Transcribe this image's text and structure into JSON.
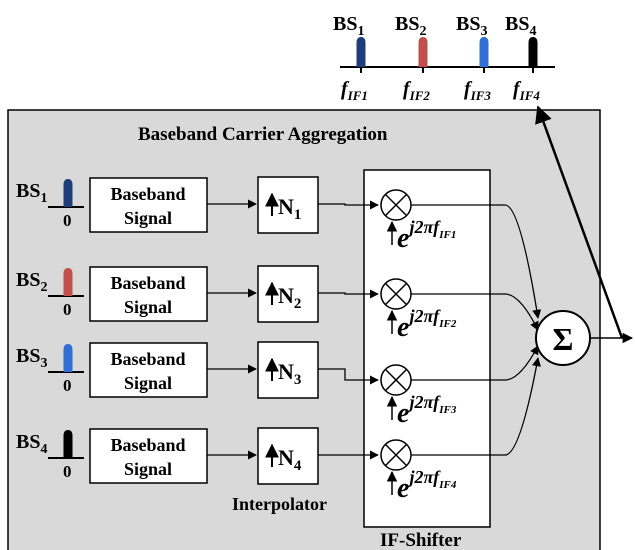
{
  "title": "Baseband Carrier Aggregation",
  "stations": [
    {
      "label": "BS",
      "sub": "1",
      "color": "#1f3d7a",
      "if_sub": "IF1"
    },
    {
      "label": "BS",
      "sub": "2",
      "color": "#c0504d",
      "if_sub": "IF2"
    },
    {
      "label": "BS",
      "sub": "3",
      "color": "#2f6fd6",
      "if_sub": "IF3"
    },
    {
      "label": "BS",
      "sub": "4",
      "color": "#000000",
      "if_sub": "IF4"
    }
  ],
  "zero_label": "0",
  "baseband_line1": "Baseband",
  "baseband_line2": "Signal",
  "interp_symbol": "N",
  "interpolator_label": "Interpolator",
  "ifshifter_label": "IF-Shifter",
  "exp_base": "e",
  "exp_power": "j2πf",
  "freq_symbol": "f",
  "sum_symbol": "Σ",
  "mixer_symbol": "⊗"
}
